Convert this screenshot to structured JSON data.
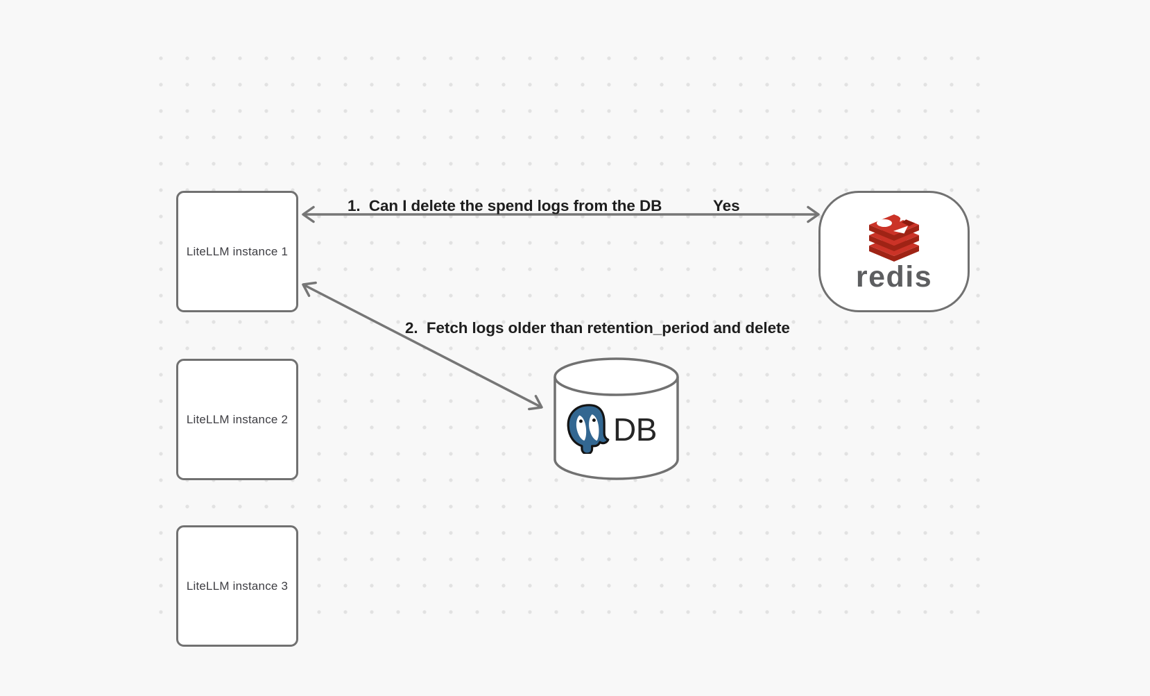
{
  "canvas": {
    "background": "#f8f8f8",
    "dot_color": "#e2e2e2",
    "stroke_color": "#717171",
    "arrow_color": "#767676",
    "label_color": "#1e1e1e"
  },
  "nodes": {
    "instance1": {
      "label": "LiteLLM instance 1"
    },
    "instance2": {
      "label": "LiteLLM instance 2"
    },
    "instance3": {
      "label": "LiteLLM instance 3"
    },
    "redis": {
      "wordmark": "redis",
      "logo_red": "#cb3327",
      "logo_dark_red": "#9f2315",
      "wordmark_color": "#5d5e60"
    },
    "database": {
      "label": "DB",
      "elephant_blue": "#336791"
    }
  },
  "edges": {
    "edge1": {
      "label": "1.  Can I delete the spend logs from the DB",
      "response": "Yes",
      "from": "redis",
      "to": "instance1",
      "style": "double-headed"
    },
    "edge2": {
      "label": "2.  Fetch logs older than retention_period and delete",
      "from": "instance1",
      "to": "database",
      "style": "double-headed"
    }
  }
}
